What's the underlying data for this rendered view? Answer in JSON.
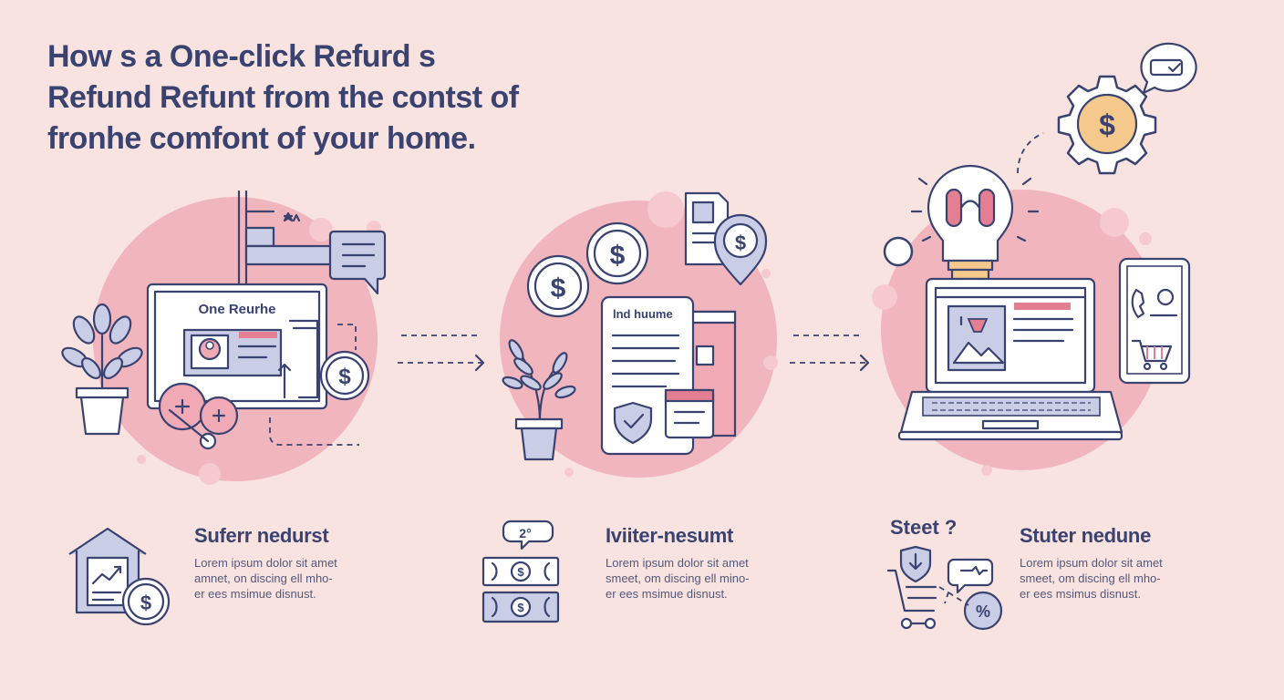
{
  "title": {
    "line1": "How s a One-click Refurd s",
    "line2": "Refund Refunt from the contst of",
    "line3": "fronhe comfont of your home."
  },
  "steps": [
    {
      "screen_label": "One Reurhe",
      "heading": "Suferr nedurst",
      "body": [
        "Lorem ipsum dolor sit amet",
        "amnet, on discing ell mho-",
        "er ees msimue disnust."
      ]
    },
    {
      "screen_label": "lnd huume",
      "heading": "Iviiter-nesumt",
      "body": [
        "Lorem ipsum dolor sit amet",
        "smeet, om discing ell mino-",
        "er ees msimue disnust."
      ]
    },
    {
      "tag": "Steet ?",
      "heading": "Stuter nedune",
      "body": [
        "Lorem ipsum dolor sit amet",
        "smeet, om discing ell mho-",
        "er ees msimus disnust."
      ]
    }
  ],
  "glyphs": {
    "dollar": "$",
    "percent": "%",
    "question_bubble": "2°"
  },
  "icons": [
    "plant-icon",
    "dollar-coin-icon",
    "chat-bubble-icon",
    "laptop-icon",
    "lightbulb-icon",
    "gear-icon",
    "phone-icon",
    "shopping-cart-icon",
    "house-icon",
    "banknote-icon",
    "document-icon",
    "shield-check-icon",
    "percent-icon",
    "arrow-right-icon"
  ],
  "colors": {
    "background": "#f8e3e0",
    "navy": "#3a4270",
    "pink": "#f1b5bd",
    "pink_dark": "#e47f93",
    "light_blue": "#c9cde6",
    "gold": "#f5c98c"
  }
}
